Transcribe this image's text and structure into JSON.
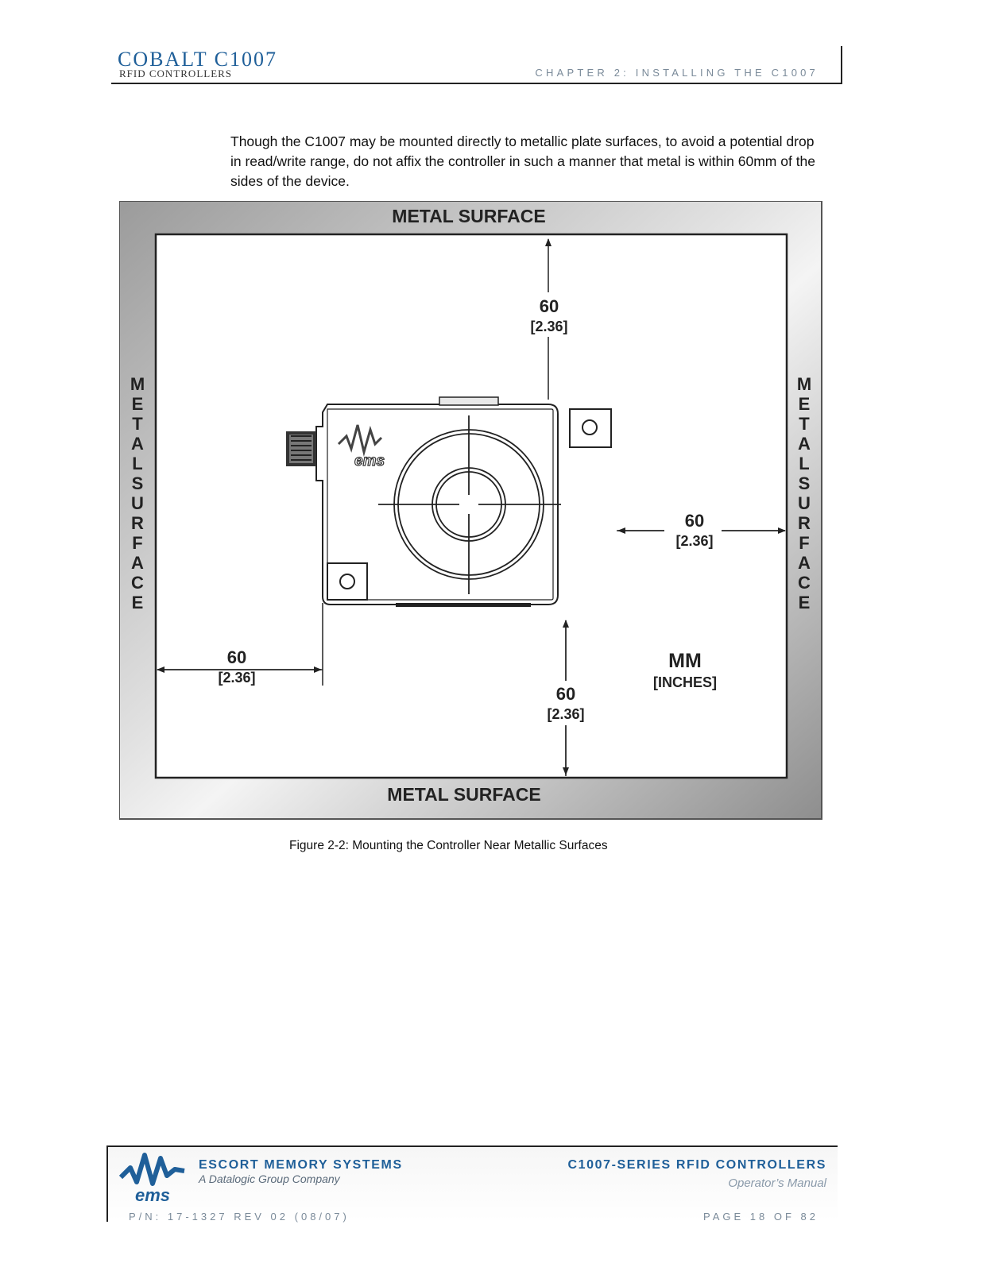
{
  "header": {
    "brand_title": "COBALT C1007",
    "brand_subtitle": "RFID CONTROLLERS",
    "chapter": "CHAPTER 2: INSTALLING THE C1007"
  },
  "body": {
    "paragraph": "Though the C1007 may be mounted directly to metallic plate surfaces, to avoid a potential drop in read/write range, do not affix the controller in such a manner that metal is within 60mm of the sides of the device."
  },
  "figure": {
    "top_label": "METAL SURFACE",
    "bottom_label": "METAL SURFACE",
    "side_label": "METAL SURFACE",
    "dim_mm": "60",
    "dim_in": "[2.36]",
    "units_mm": "MM",
    "units_in": "[INCHES]",
    "device_logo": "ems",
    "caption": "Figure 2-2: Mounting the Controller Near Metallic Surfaces"
  },
  "footer": {
    "company": "ESCORT MEMORY SYSTEMS",
    "tagline": "A Datalogic Group Company",
    "logo_text": "ems",
    "product": "C1007-SERIES RFID CONTROLLERS",
    "manual": "Operator’s Manual",
    "part_number": "P/N: 17-1327 REV 02 (08/07)",
    "page": "PAGE 18 OF 82"
  },
  "colors": {
    "brand_blue": "#1f5f99",
    "gray_text": "#7a8a99"
  }
}
